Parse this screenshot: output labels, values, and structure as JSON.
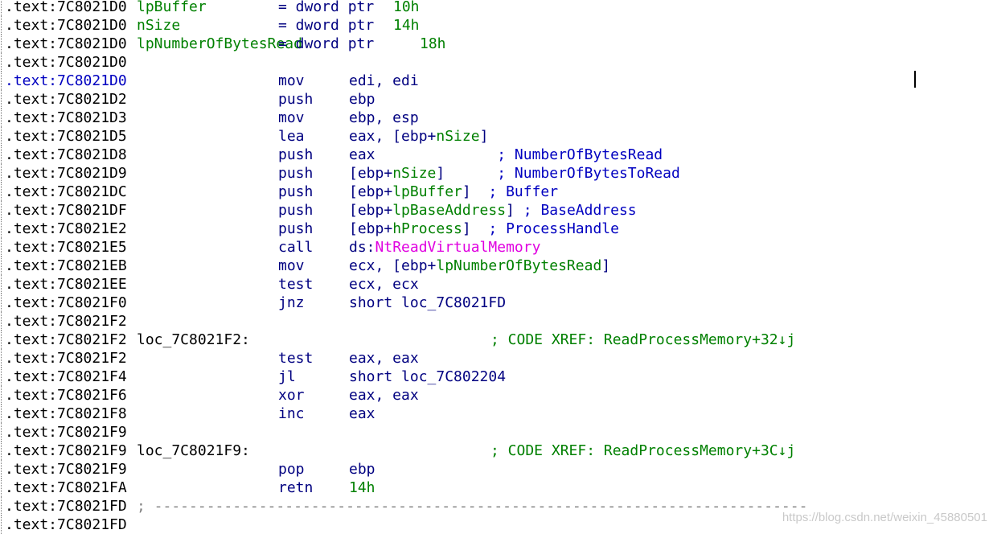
{
  "disassembly": [
    {
      "kind": "var",
      "addr": ".text:7C8021D0",
      "name": "lpBuffer",
      "eq": "= dword ptr",
      "size": "10h"
    },
    {
      "kind": "var",
      "addr": ".text:7C8021D0",
      "name": "nSize",
      "eq": "= dword ptr",
      "size": "14h"
    },
    {
      "kind": "var",
      "addr": ".text:7C8021D0",
      "name": "lpNumberOfBytesRead",
      "eq": "= dword ptr",
      "size": "18h",
      "wide": true
    },
    {
      "kind": "blank",
      "addr": ".text:7C8021D0"
    },
    {
      "kind": "ins",
      "addr": ".text:7C8021D0",
      "current": true,
      "mn": "mov",
      "ops": [
        {
          "t": "edi, edi"
        }
      ]
    },
    {
      "kind": "ins",
      "addr": ".text:7C8021D2",
      "mn": "push",
      "ops": [
        {
          "t": "ebp"
        }
      ]
    },
    {
      "kind": "ins",
      "addr": ".text:7C8021D3",
      "mn": "mov",
      "ops": [
        {
          "t": "ebp, esp"
        }
      ]
    },
    {
      "kind": "ins",
      "addr": ".text:7C8021D5",
      "mn": "lea",
      "ops": [
        {
          "t": "eax, [ebp+"
        },
        {
          "t": "nSize",
          "c": "g"
        },
        {
          "t": "]"
        }
      ]
    },
    {
      "kind": "ins",
      "addr": ".text:7C8021D8",
      "mn": "push",
      "ops": [
        {
          "t": "eax              "
        },
        {
          "t": "; NumberOfBytesRead",
          "c": "cm"
        }
      ]
    },
    {
      "kind": "ins",
      "addr": ".text:7C8021D9",
      "mn": "push",
      "ops": [
        {
          "t": "[ebp+"
        },
        {
          "t": "nSize",
          "c": "g"
        },
        {
          "t": "]      "
        },
        {
          "t": "; NumberOfBytesToRead",
          "c": "cm"
        }
      ]
    },
    {
      "kind": "ins",
      "addr": ".text:7C8021DC",
      "mn": "push",
      "ops": [
        {
          "t": "[ebp+"
        },
        {
          "t": "lpBuffer",
          "c": "g"
        },
        {
          "t": "]  "
        },
        {
          "t": "; Buffer",
          "c": "cm"
        }
      ]
    },
    {
      "kind": "ins",
      "addr": ".text:7C8021DF",
      "mn": "push",
      "ops": [
        {
          "t": "[ebp+"
        },
        {
          "t": "lpBaseAddress",
          "c": "g"
        },
        {
          "t": "] "
        },
        {
          "t": "; BaseAddress",
          "c": "cm"
        }
      ]
    },
    {
      "kind": "ins",
      "addr": ".text:7C8021E2",
      "mn": "push",
      "ops": [
        {
          "t": "[ebp+"
        },
        {
          "t": "hProcess",
          "c": "g"
        },
        {
          "t": "]  "
        },
        {
          "t": "; ProcessHandle",
          "c": "cm"
        }
      ]
    },
    {
      "kind": "ins",
      "addr": ".text:7C8021E5",
      "mn": "call",
      "ops": [
        {
          "t": "ds:"
        },
        {
          "t": "NtReadVirtualMemory",
          "c": "m"
        }
      ]
    },
    {
      "kind": "ins",
      "addr": ".text:7C8021EB",
      "mn": "mov",
      "ops": [
        {
          "t": "ecx, [ebp+"
        },
        {
          "t": "lpNumberOfBytesRead",
          "c": "g"
        },
        {
          "t": "]"
        }
      ]
    },
    {
      "kind": "ins",
      "addr": ".text:7C8021EE",
      "mn": "test",
      "ops": [
        {
          "t": "ecx, ecx"
        }
      ]
    },
    {
      "kind": "ins",
      "addr": ".text:7C8021F0",
      "mn": "jnz",
      "ops": [
        {
          "t": "short loc_7C8021FD"
        }
      ]
    },
    {
      "kind": "blank",
      "addr": ".text:7C8021F2"
    },
    {
      "kind": "label",
      "addr": ".text:7C8021F2",
      "label": "loc_7C8021F2:",
      "xref": "; CODE XREF: ReadProcessMemory+32↓j"
    },
    {
      "kind": "ins",
      "addr": ".text:7C8021F2",
      "mn": "test",
      "ops": [
        {
          "t": "eax, eax"
        }
      ]
    },
    {
      "kind": "ins",
      "addr": ".text:7C8021F4",
      "mn": "jl",
      "ops": [
        {
          "t": "short loc_7C802204"
        }
      ]
    },
    {
      "kind": "ins",
      "addr": ".text:7C8021F6",
      "mn": "xor",
      "ops": [
        {
          "t": "eax, eax"
        }
      ]
    },
    {
      "kind": "ins",
      "addr": ".text:7C8021F8",
      "mn": "inc",
      "ops": [
        {
          "t": "eax"
        }
      ]
    },
    {
      "kind": "blank",
      "addr": ".text:7C8021F9"
    },
    {
      "kind": "label",
      "addr": ".text:7C8021F9",
      "label": "loc_7C8021F9:",
      "xref": "; CODE XREF: ReadProcessMemory+3C↓j"
    },
    {
      "kind": "ins",
      "addr": ".text:7C8021F9",
      "mn": "pop",
      "ops": [
        {
          "t": "ebp"
        }
      ]
    },
    {
      "kind": "ins",
      "addr": ".text:7C8021FA",
      "mn": "retn",
      "ops": [
        {
          "t": "14h",
          "c": "g"
        }
      ]
    },
    {
      "kind": "sep",
      "addr": ".text:7C8021FD",
      "text": "; ---------------------------------------------------------------------------"
    },
    {
      "kind": "blank",
      "addr": ".text:7C8021FD"
    }
  ],
  "watermark": "https://blog.csdn.net/weixin_45880501"
}
